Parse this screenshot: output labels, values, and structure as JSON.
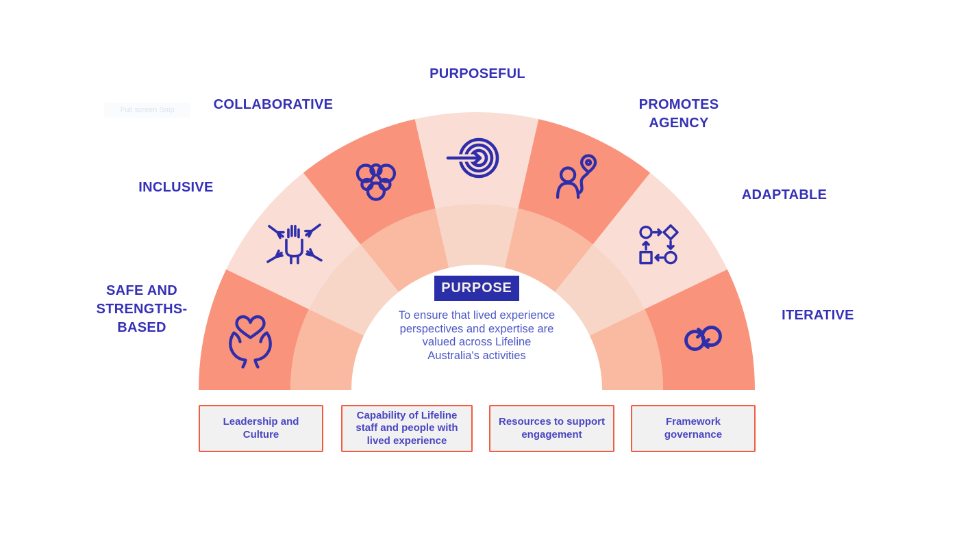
{
  "colors": {
    "label_blue": "#3531B7",
    "icon_stroke": "#2E2EAC",
    "badge_bg": "#2B2EA9",
    "badge_text": "#F4F0E3",
    "paragraph_blue": "#4C57C7",
    "box_text": "#4A46C2",
    "box_border": "#F25C41",
    "box_bg": "#F1F1F1",
    "segment_dark": "#F9937B",
    "segment_dark_inner": "#FAB9A1",
    "segment_light": "#FADDD4",
    "segment_light_inner": "#F7D6C7"
  },
  "arch": {
    "segments": [
      {
        "name": "safe-and-strengths-based",
        "tone": "dark",
        "icon": "icon-hands-heart",
        "label": "SAFE AND STRENGTHS-BASED",
        "label_lines": [
          "SAFE AND",
          "STRENGTHS-",
          "BASED"
        ]
      },
      {
        "name": "inclusive",
        "tone": "light",
        "icon": "icon-team-hands",
        "label": "INCLUSIVE",
        "label_lines": [
          "INCLUSIVE"
        ]
      },
      {
        "name": "collaborative",
        "tone": "dark",
        "icon": "icon-collab-circles",
        "label": "COLLABORATIVE",
        "label_lines": [
          "COLLABORATIVE"
        ]
      },
      {
        "name": "purposeful",
        "tone": "light",
        "icon": "icon-target-arrow",
        "label": "PURPOSEFUL",
        "label_lines": [
          "PURPOSEFUL"
        ]
      },
      {
        "name": "promotes-agency",
        "tone": "dark",
        "icon": "icon-person-pin",
        "label": "PROMOTES AGENCY",
        "label_lines": [
          "PROMOTES",
          "AGENCY"
        ]
      },
      {
        "name": "adaptable",
        "tone": "light",
        "icon": "icon-flowchart",
        "label": "ADAPTABLE",
        "label_lines": [
          "ADAPTABLE"
        ]
      },
      {
        "name": "iterative",
        "tone": "dark",
        "icon": "icon-loop-arrows",
        "label": "ITERATIVE",
        "label_lines": [
          "ITERATIVE"
        ]
      }
    ]
  },
  "center": {
    "badge": "PURPOSE",
    "lines": [
      "To ensure that lived experience",
      "perspectives and expertise are",
      "valued across Lifeline",
      "Australia's activities"
    ]
  },
  "enablers": [
    {
      "label": "Leadership and Culture",
      "lines": [
        "Leadership and",
        "Culture"
      ]
    },
    {
      "label": "Capability of Lifeline staff and people with lived experience",
      "lines": [
        "Capability of Lifeline",
        "staff and people with",
        "lived experience"
      ]
    },
    {
      "label": "Resources to support engagement",
      "lines": [
        "Resources to support",
        "engagement"
      ]
    },
    {
      "label": "Framework governance",
      "lines": [
        "Framework",
        "governance"
      ]
    }
  ],
  "watermark": {
    "text": "Full screen Snip"
  }
}
